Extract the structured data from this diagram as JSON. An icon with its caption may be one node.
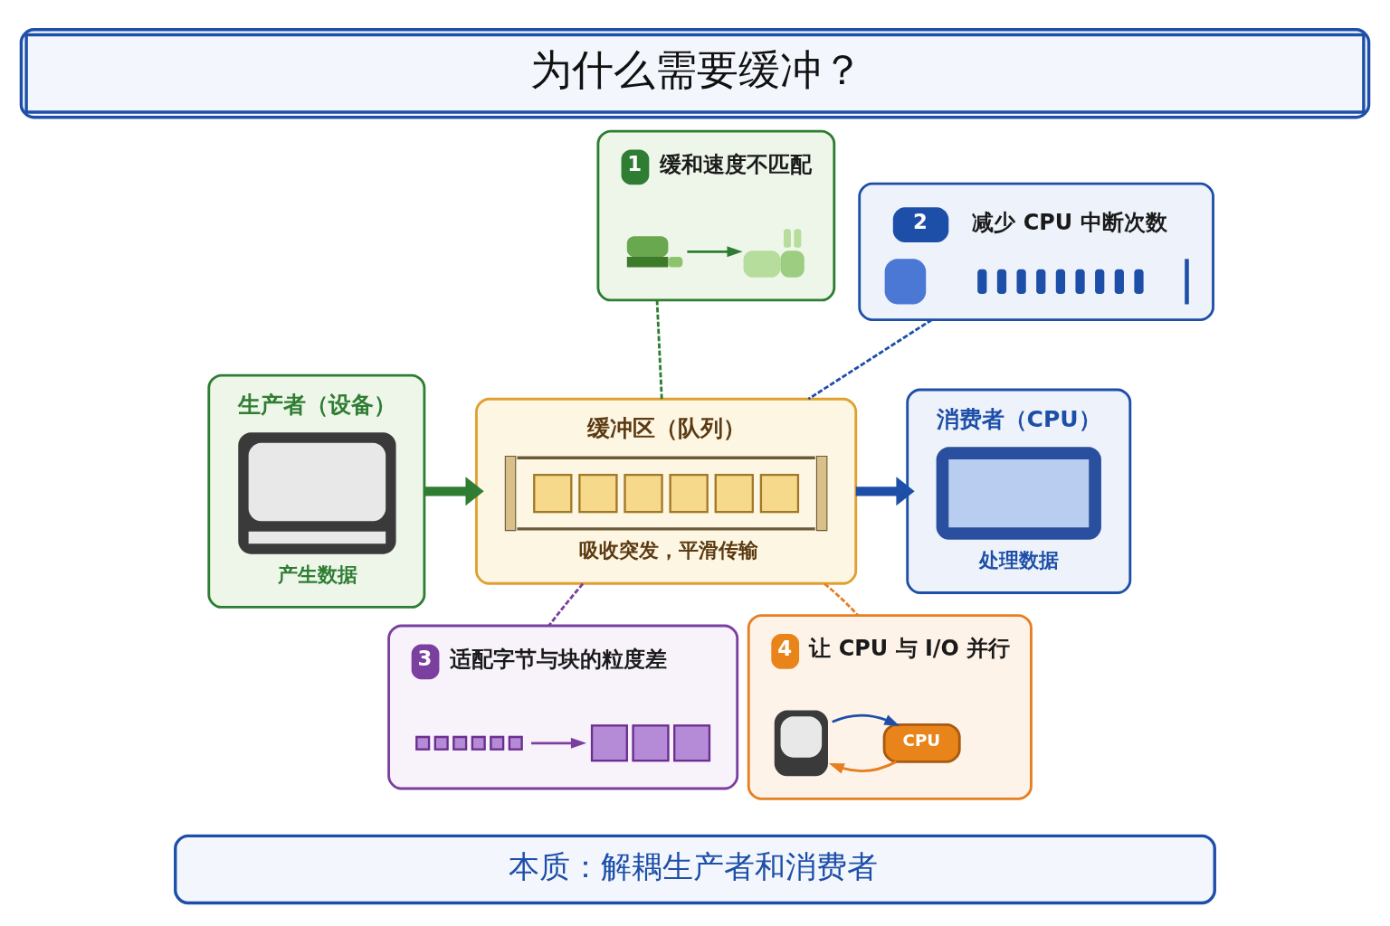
{
  "diagram": {
    "title": "为什么需要缓冲？",
    "caption": "本质：解耦生产者和消费者",
    "nodes": [
      {
        "text": [
          "1",
          "缓和速度不匹配"
        ]
      },
      {
        "text": [],
        "shape": "picture",
        "in": 0
      },
      {
        "text": [],
        "shape": "picture",
        "in": 0
      },
      {
        "text": [
          "2",
          "减少 CPU 中断次数"
        ]
      },
      {
        "text": [
          "生产者（设备）",
          "产生数据"
        ]
      },
      {
        "text": [
          "缓冲区（队列）",
          "吸收突发，平滑传输"
        ]
      },
      {
        "text": [
          "消费者（CPU）",
          "处理数据"
        ]
      },
      {
        "text": [
          "3",
          "适配字节与块的粒度差"
        ]
      },
      {
        "text": [],
        "shape": "box",
        "in": 7
      },
      {
        "text": [],
        "shape": "box",
        "in": 7
      },
      {
        "text": [
          "4",
          "让 CPU 与 I/O 并行"
        ]
      },
      {
        "text": [
          "CPU"
        ],
        "in": 10
      },
      {
        "text": [],
        "shape": "picture",
        "in": 10
      }
    ],
    "edges": [
      {
        "from": 4,
        "to": 5,
        "arrow": "to",
        "style": "thick",
        "color": "#2e7d32"
      },
      {
        "from": 5,
        "to": 6,
        "arrow": "to",
        "style": "thick",
        "color": "#1e4fa8"
      },
      {
        "from": 0,
        "to": 5,
        "arrow": "none",
        "style": "dashed",
        "color": "#2e7d32"
      },
      {
        "from": 3,
        "to": 5,
        "arrow": "none",
        "style": "dashed",
        "color": "#1e4fa8"
      },
      {
        "from": 5,
        "to": 7,
        "arrow": "none",
        "style": "dashed",
        "color": "#7b3fa0"
      },
      {
        "from": 5,
        "to": 10,
        "arrow": "none",
        "style": "dashed",
        "color": "#e67e22"
      },
      {
        "from": 1,
        "to": 2,
        "arrow": "to",
        "color": "#2e7d32"
      },
      {
        "from": 8,
        "to": 9,
        "arrow": "to",
        "color": "#7b3fa0"
      },
      {
        "from": 11,
        "to": 12,
        "arrow": "to",
        "color": "#e67e22"
      },
      {
        "from": 12,
        "to": 11,
        "arrow": "to",
        "color": "#1e4fa8"
      }
    ]
  }
}
